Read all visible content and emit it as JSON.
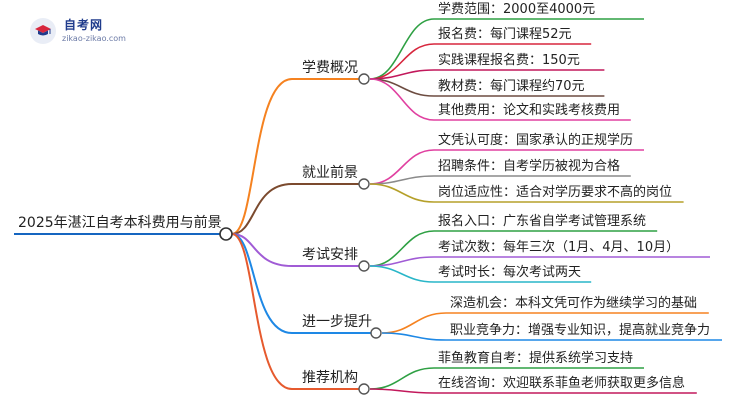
{
  "logo": {
    "title": "自考网",
    "url": "zikao-zikao.com"
  },
  "mindmap": {
    "root": "2025年湛江自考本科费用与前景",
    "branches": [
      {
        "label": "学费概况",
        "color": "#f58220",
        "children": [
          {
            "text": "学费范围：2000至4000元",
            "color": "#2ea043"
          },
          {
            "text": "报名费：每门课程52元",
            "color": "#d7263d"
          },
          {
            "text": "实践课程报名费：150元",
            "color": "#c2185b"
          },
          {
            "text": "教材费：每门课程约70元",
            "color": "#6d4c41"
          },
          {
            "text": "其他费用：论文和实践考核费用",
            "color": "#e040a0"
          }
        ]
      },
      {
        "label": "就业前景",
        "color": "#7b4a2e",
        "children": [
          {
            "text": "文凭认可度：国家承认的正规学历",
            "color": "#e040a0"
          },
          {
            "text": "招聘条件：自考学历被视为合格",
            "color": "#8a8a8a"
          },
          {
            "text": "岗位适应性：适合对学历要求不高的岗位",
            "color": "#b5a02a"
          }
        ]
      },
      {
        "label": "考试安排",
        "color": "#a05bd5",
        "children": [
          {
            "text": "报名入口：广东省自学考试管理系统",
            "color": "#2ea043"
          },
          {
            "text": "考试次数：每年三次（1月、4月、10月）",
            "color": "#a05bd5"
          },
          {
            "text": "考试时长：每次考试两天",
            "color": "#29b6c8"
          }
        ]
      },
      {
        "label": "进一步提升",
        "color": "#1e88e5",
        "children": [
          {
            "text": "深造机会：本科文凭可作为继续学习的基础",
            "color": "#f58220"
          },
          {
            "text": "职业竞争力：增强专业知识，提高就业竞争力",
            "color": "#1e88e5"
          }
        ]
      },
      {
        "label": "推荐机构",
        "color": "#e65a2e",
        "children": [
          {
            "text": "菲鱼教育自考：提供系统学习支持",
            "color": "#2ea043"
          },
          {
            "text": "在线咨询：欢迎联系菲鱼老师获取更多信息",
            "color": "#c2185b"
          }
        ]
      }
    ]
  }
}
